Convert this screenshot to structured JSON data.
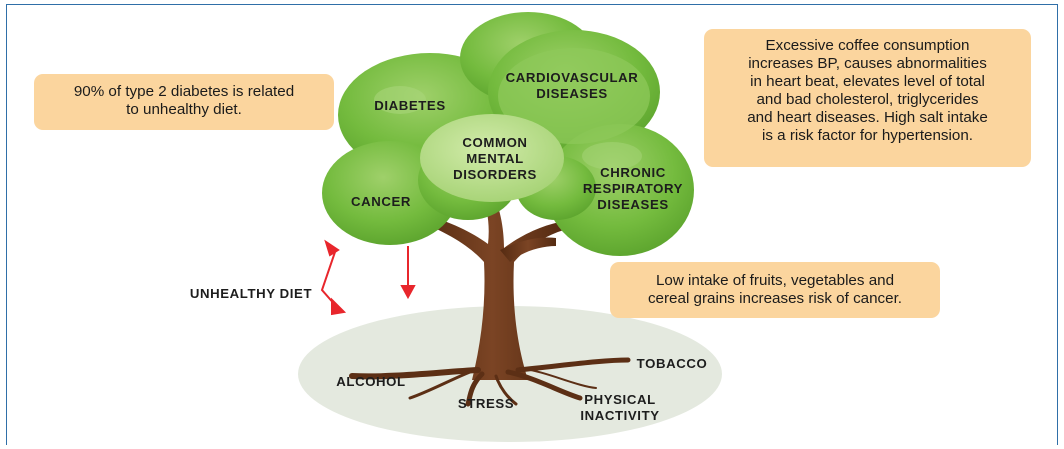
{
  "callouts": {
    "diabetes_fact": "90%  of type 2 diabetes is related\nto unhealthy diet.",
    "coffee_fact": "Excessive coffee consumption\nincreases BP, causes abnormalities\nin heart beat, elevates level of total\nand bad cholesterol, triglycerides\nand  heart diseases. High salt intake\nis a risk factor for hypertension.",
    "fruit_fact": "Low intake of fruits, vegetables and\ncereal grains increases risk of cancer."
  },
  "diseases": {
    "diabetes": "DIABETES",
    "cardiovascular": "CARDIOVASCULAR\nDISEASES",
    "mental": "COMMON\nMENTAL\nDISORDERS",
    "cancer": "CANCER",
    "respiratory": "CHRONIC\nRESPIRATORY\nDISEASES"
  },
  "risk_factors": {
    "unhealthy_diet": "UNHEALTHY DIET",
    "alcohol": "ALCOHOL",
    "stress": "STRESS",
    "physical_inactivity": "PHYSICAL\nINACTIVITY",
    "tobacco": "TOBACCO"
  },
  "colors": {
    "canopy_dark": "#67b235",
    "canopy_light": "#b9dd8c",
    "trunk": "#6b3a1e",
    "ground": "#e4e9df",
    "callout": "#fbd59e",
    "arrow": "#e8262c",
    "frame": "#2f6fa8"
  }
}
